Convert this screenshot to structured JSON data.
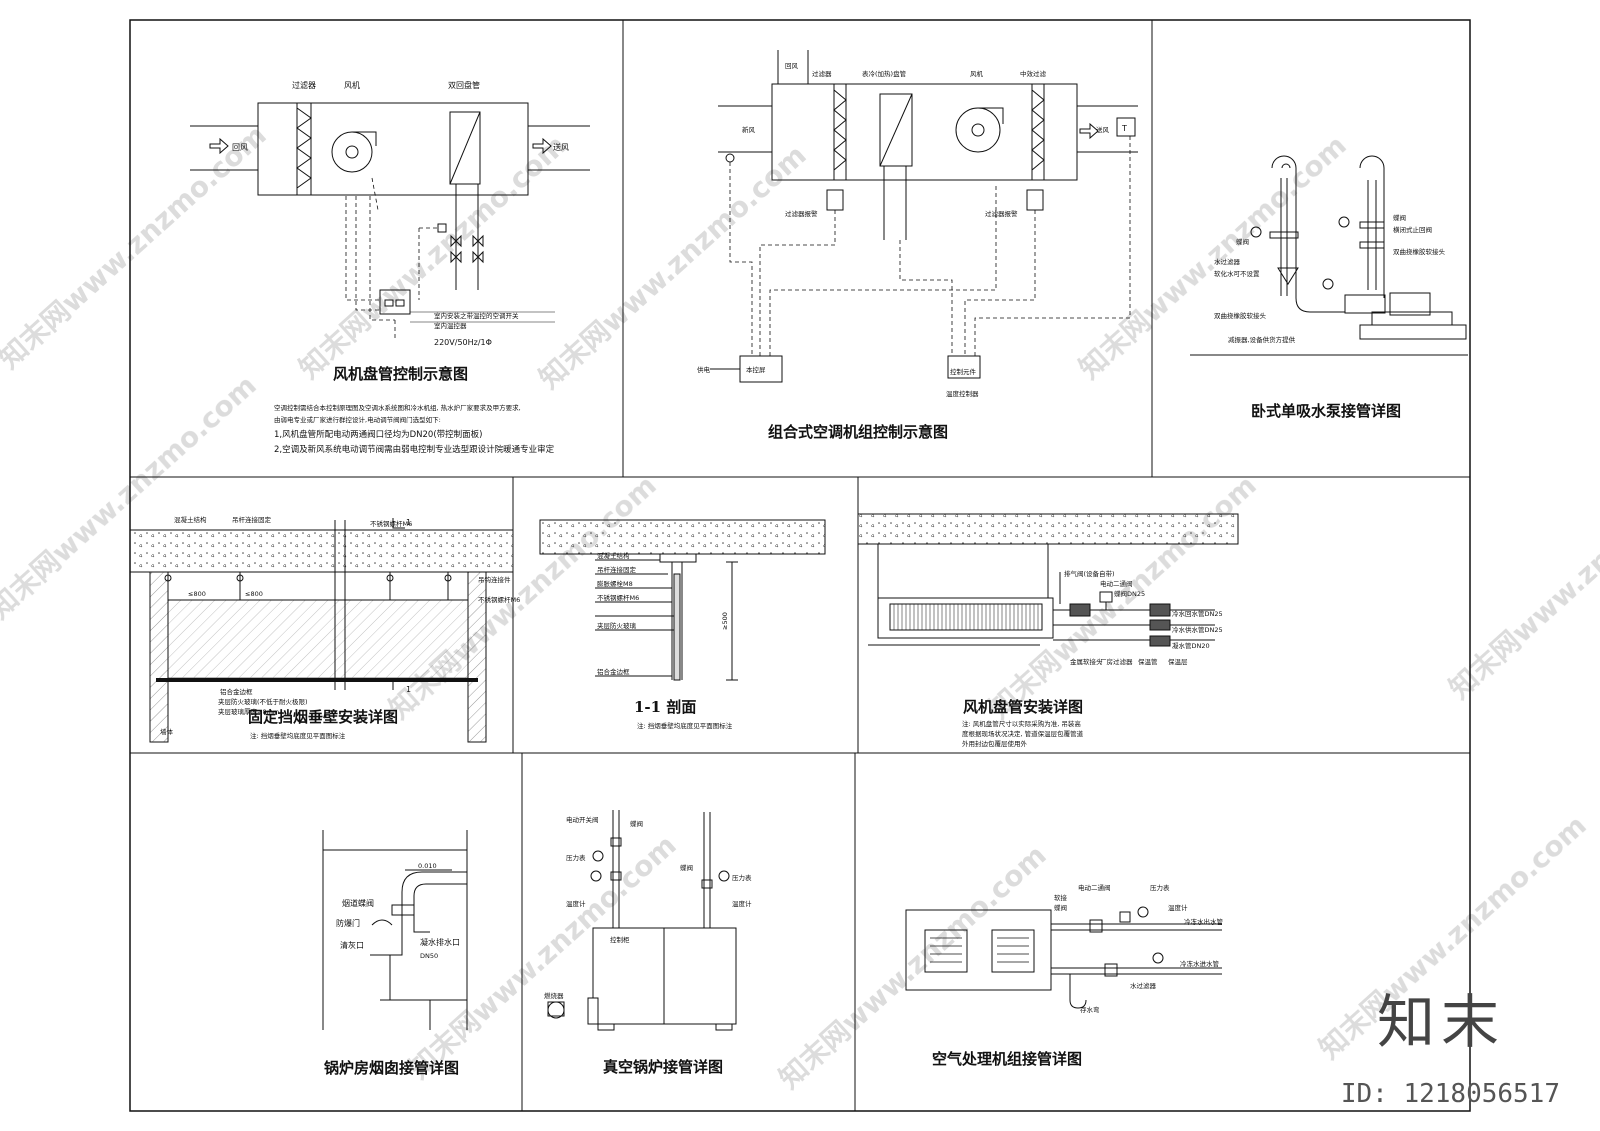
{
  "watermark": {
    "text": "知末网www.znzmo.com",
    "brand": "知末",
    "image_id": "ID: 1218056517"
  },
  "panels": {
    "fcu_control": {
      "title": "风机盘管控制示意图",
      "labels": [
        "过滤器",
        "风机",
        "双回盘管",
        "回风",
        "送风",
        "室内安装之带温控的空调开关",
        "室内温控器",
        "220V/50Hz/1Φ"
      ],
      "notes": [
        "空调控制需结合本控制原理图及空调水系统图和冷水机组, 热水炉厂家要求及甲方要求,",
        "由弱电专业或厂家进行群控设计,电动调节阀阀门选型如下:",
        "1,风机盘管所配电动两通阀口径均为DN20(带控制面板)",
        "2,空调及新风系统电动调节阀需由弱电控制专业选型跟设计院暖通专业审定"
      ]
    },
    "ahu_control": {
      "title": "组合式空调机组控制示意图",
      "labels": [
        "回风",
        "过滤器",
        "表冷(加热)盘管",
        "风机",
        "中效过滤",
        "新风",
        "送风",
        "T",
        "过滤器报警",
        "过滤器报警",
        "供电",
        "本控屏",
        "控制元件",
        "温度控制器"
      ]
    },
    "pump": {
      "title": "卧式单吸水泵接管详图",
      "labels": [
        "蝶阀",
        "蝶阀",
        "横闭式止回阀",
        "双曲挠橡胶软接头",
        "水过滤器",
        "软化水可不设置",
        "双曲挠橡胶软接头",
        "减振器,设备供货方提供"
      ]
    },
    "smoke_wall": {
      "title": "固定挡烟垂壁安装详图",
      "labels": [
        "混凝土结构",
        "吊杆连接固定",
        "不锈钢螺杆M6",
        "吊钩连接件",
        "不锈钢螺杆M6",
        "≤800",
        "≤800",
        "铝合金边框",
        "夹层防火玻璃(不低于耐火极限)",
        "夹层玻璃厚度≥8mm",
        "墙体",
        "1",
        "1"
      ],
      "note": "注: 挡烟垂壁均底度见平面图标注"
    },
    "section": {
      "title": "1-1 剖面",
      "labels": [
        "混凝土结构",
        "吊杆连接固定",
        "膨胀螺栓M8",
        "不锈钢螺杆M6",
        "夹层防火玻璃",
        "铝合金边框",
        "≥500"
      ],
      "note": "注: 挡烟垂壁均底度见平面图标注"
    },
    "fcu_install": {
      "title": "风机盘管安装详图",
      "labels": [
        "排气阀(设备自带)",
        "电动二通阀",
        "蝶阀DN25",
        "冷水回水管DN25",
        "冷水供水管DN25",
        "凝水管DN20",
        "金属软接头",
        "厂房过滤器",
        "保温管",
        "保温层"
      ],
      "notes": [
        "注: 风机盘管尺寸以实际采购为准, 吊装高",
        "度根据现场状况决定, 管道保温层包覆管道",
        "外用封边包覆层使用外"
      ]
    },
    "chimney": {
      "title": "锅炉房烟囱接管详图",
      "labels": [
        "0.010",
        "烟道蝶阀",
        "防爆门",
        "清灰口",
        "凝水排水口",
        "DN50"
      ]
    },
    "boiler": {
      "title": "真空锅炉接管详图",
      "labels": [
        "电动开关阀",
        "蝶阀",
        "压力表",
        "温度计",
        "蝶阀",
        "压力表",
        "温度计",
        "控制柜",
        "燃烧器"
      ]
    },
    "air_handler": {
      "title": "空气处理机组接管详图",
      "labels": [
        "软接",
        "蝶阀",
        "电动二通阀",
        "压力表",
        "温度计",
        "冷冻水出水管",
        "冷冻水进水管",
        "水过滤器",
        "存水弯"
      ]
    }
  }
}
